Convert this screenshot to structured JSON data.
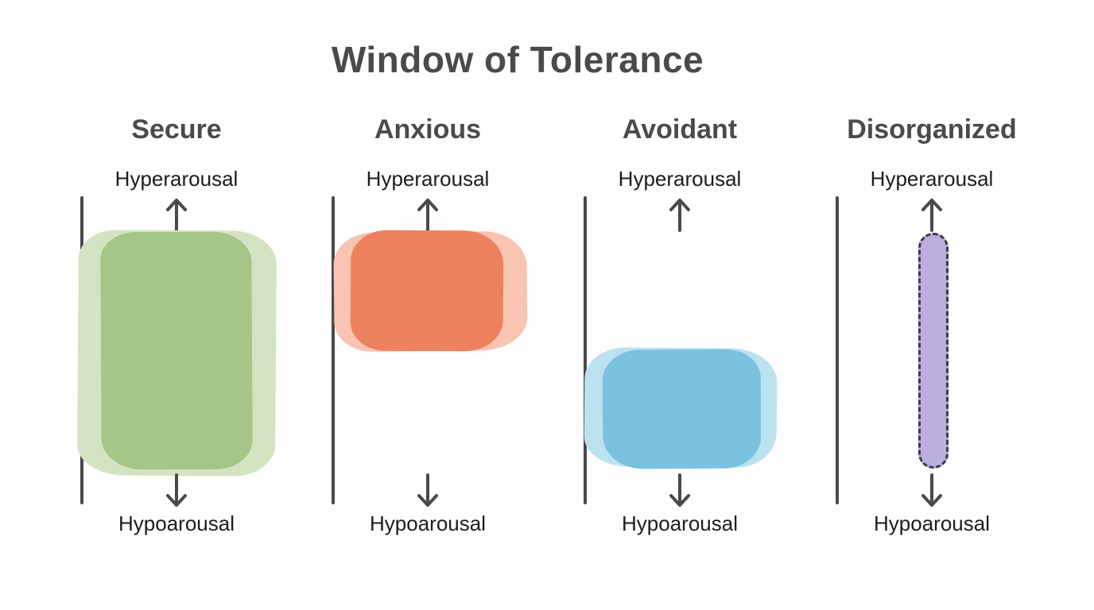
{
  "title": "Window of Tolerance",
  "colors": {
    "background": "#fefefe",
    "heading_text": "#4a4a48",
    "label_text": "#1d1d1f",
    "line": "#4a4a4a",
    "dashed_border": "#3b3b42"
  },
  "columns": [
    {
      "id": "secure",
      "label": "Secure",
      "top_label": "Hyperarousal",
      "bottom_label": "Hypoarousal",
      "window": {
        "coverage": "full",
        "fill": "#a4c687",
        "halo": "#d4e3c2",
        "outline": "none"
      }
    },
    {
      "id": "anxious",
      "label": "Anxious",
      "top_label": "Hyperarousal",
      "bottom_label": "Hypoarousal",
      "window": {
        "coverage": "upper",
        "fill": "#ee8260",
        "halo": "#f9c4b2",
        "outline": "none"
      }
    },
    {
      "id": "avoidant",
      "label": "Avoidant",
      "top_label": "Hyperarousal",
      "bottom_label": "Hypoarousal",
      "window": {
        "coverage": "lower",
        "fill": "#79c3e1",
        "halo": "#bce2f0",
        "outline": "none"
      }
    },
    {
      "id": "disorganized",
      "label": "Disorganized",
      "top_label": "Hyperarousal",
      "bottom_label": "Hypoarousal",
      "window": {
        "coverage": "narrow-full",
        "fill": "#bcaedd",
        "halo": "none",
        "outline": "dashed"
      }
    }
  ]
}
